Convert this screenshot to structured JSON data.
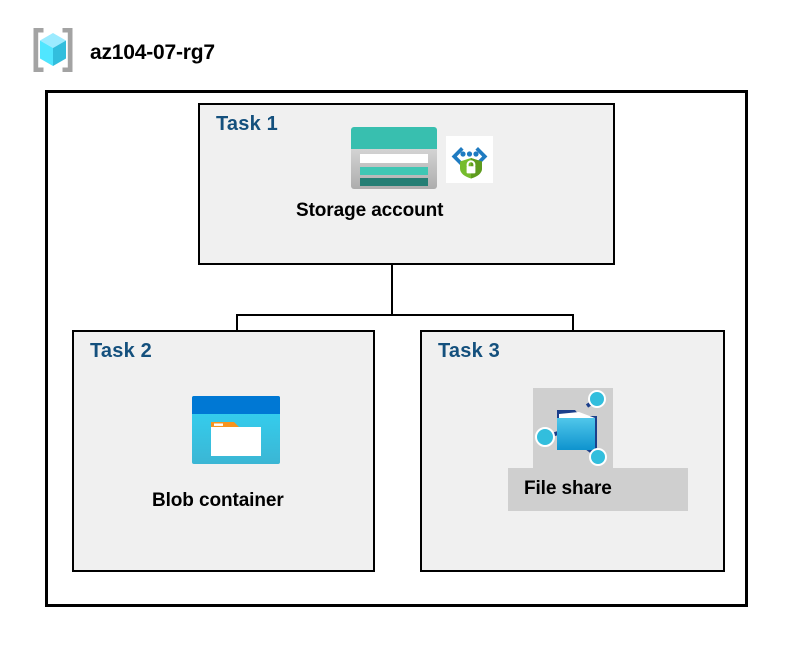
{
  "header": {
    "icon": "azure-resource-group-icon",
    "title": "az104-07-rg7"
  },
  "boundary": {
    "name": "resource-group-boundary"
  },
  "tasks": [
    {
      "label": "Task 1",
      "node_caption": "Storage account",
      "icons": [
        "storage-account-icon",
        "private-endpoint-shield-icon"
      ],
      "selected": false
    },
    {
      "label": "Task 2",
      "node_caption": "Blob container",
      "icons": [
        "blob-container-icon"
      ],
      "selected": false
    },
    {
      "label": "Task 3",
      "node_caption": "File share",
      "icons": [
        "file-share-icon"
      ],
      "selected": true
    }
  ],
  "colors": {
    "task_label": "#14507D",
    "task_box_fill": "#F0F0F0",
    "boundary_stroke": "#000000",
    "selection_highlight": "#CFCFCF",
    "storage_teal": "#38BFAF",
    "storage_teal_dark": "#247E74",
    "blob_blue": "#0078D4",
    "blob_cyan": "#32BEDD",
    "folder_tab_orange": "#F7941E",
    "shield_green": "#5E9B1E",
    "bracket_blue": "#1F7BC1",
    "cube_cyan": "#50E6FF",
    "bracket_gray": "#A0A0A0"
  }
}
